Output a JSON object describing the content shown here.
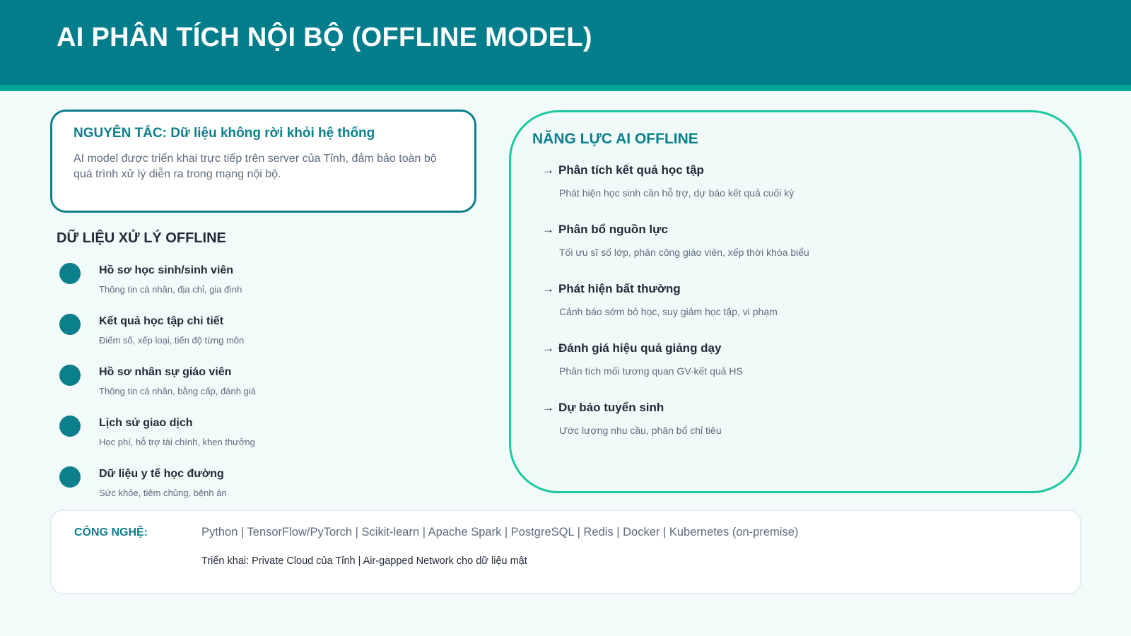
{
  "header": {
    "title": "AI PHÂN TÍCH NỘI BỘ (OFFLINE MODEL)"
  },
  "principle": {
    "title": "NGUYÊN TẮC: Dữ liệu không rời khỏi hệ thống",
    "text": "AI model được triển khai trực tiếp trên server của Tỉnh, đảm bảo toàn bộ quá trình xử lý diễn ra trong mạng nội bộ."
  },
  "data_section": {
    "title": "DỮ LIỆU XỬ LÝ OFFLINE",
    "items": [
      {
        "name": "Hồ sơ học sinh/sinh viên",
        "desc": "Thông tin cá nhân, địa chỉ, gia đình"
      },
      {
        "name": "Kết quả học tập chi tiết",
        "desc": "Điểm số, xếp loại, tiến độ từng môn"
      },
      {
        "name": "Hồ sơ nhân sự giáo viên",
        "desc": "Thông tin cá nhân, bằng cấp, đánh giá"
      },
      {
        "name": "Lịch sử giao dịch",
        "desc": "Học phí, hỗ trợ tài chính, khen thưởng"
      },
      {
        "name": "Dữ liệu y tế học đường",
        "desc": "Sức khỏe, tiêm chủng, bệnh án"
      }
    ]
  },
  "capabilities": {
    "title": "NĂNG LỰC AI OFFLINE",
    "arrow": "→",
    "items": [
      {
        "name": "Phân tích kết quả học tập",
        "desc": "Phát hiện học sinh cần hỗ trợ, dự báo kết quả cuối kỳ"
      },
      {
        "name": "Phân bổ nguồn lực",
        "desc": "Tối ưu sĩ số lớp, phân công giáo viên, xếp thời khóa biểu"
      },
      {
        "name": "Phát hiện bất thường",
        "desc": "Cảnh báo sớm bỏ học, suy giảm học tập, vi phạm"
      },
      {
        "name": "Đánh giá hiệu quả giảng dạy",
        "desc": "Phân tích mối tương quan GV-kết quả HS"
      },
      {
        "name": "Dự báo tuyển sinh",
        "desc": "Ước lượng nhu cầu, phân bổ chỉ tiêu"
      }
    ]
  },
  "tech": {
    "label": "CÔNG NGHỆ:",
    "stack": "Python | TensorFlow/PyTorch | Scikit-learn | Apache Spark | PostgreSQL | Redis | Docker | Kubernetes (on-premise)",
    "deploy": "Triển khai: Private Cloud của Tỉnh | Air-gapped Network cho dữ liệu mật"
  }
}
